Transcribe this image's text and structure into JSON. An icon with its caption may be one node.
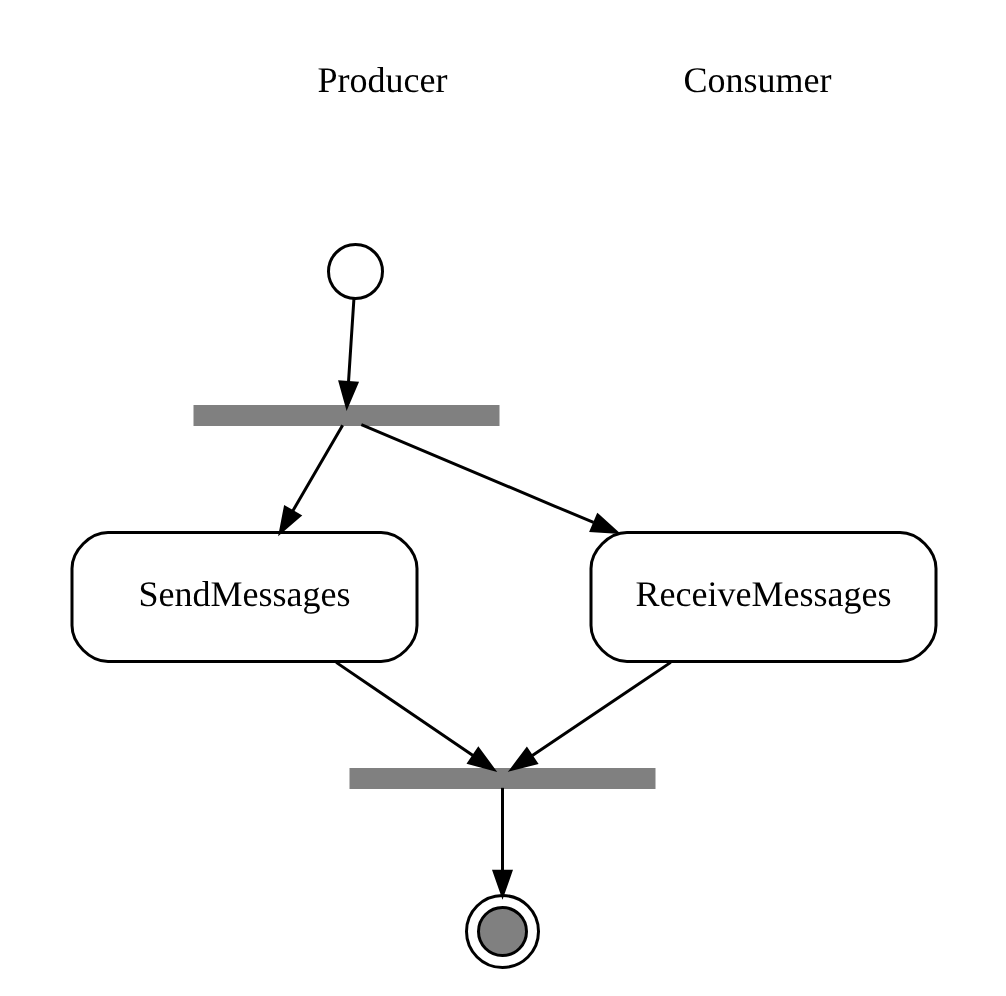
{
  "diagram": {
    "nodes": [
      {
        "text": [],
        "shape": "circle"
      },
      {
        "text": [],
        "shape": "bar"
      },
      {
        "text": [
          "SendMessages"
        ]
      },
      {
        "text": [
          "ReceiveMessages"
        ]
      },
      {
        "text": [],
        "shape": "bar"
      },
      {
        "text": [],
        "shape": "circle"
      }
    ],
    "edges": [
      {
        "from": 0,
        "to": 1,
        "arrow": "to"
      },
      {
        "from": 1,
        "to": 2,
        "arrow": "to"
      },
      {
        "from": 1,
        "to": 3,
        "arrow": "to"
      },
      {
        "from": 2,
        "to": 4,
        "arrow": "to"
      },
      {
        "from": 3,
        "to": 4,
        "arrow": "to"
      },
      {
        "from": 4,
        "to": 5,
        "arrow": "to"
      }
    ],
    "labels": [
      "Producer",
      "Consumer"
    ]
  }
}
